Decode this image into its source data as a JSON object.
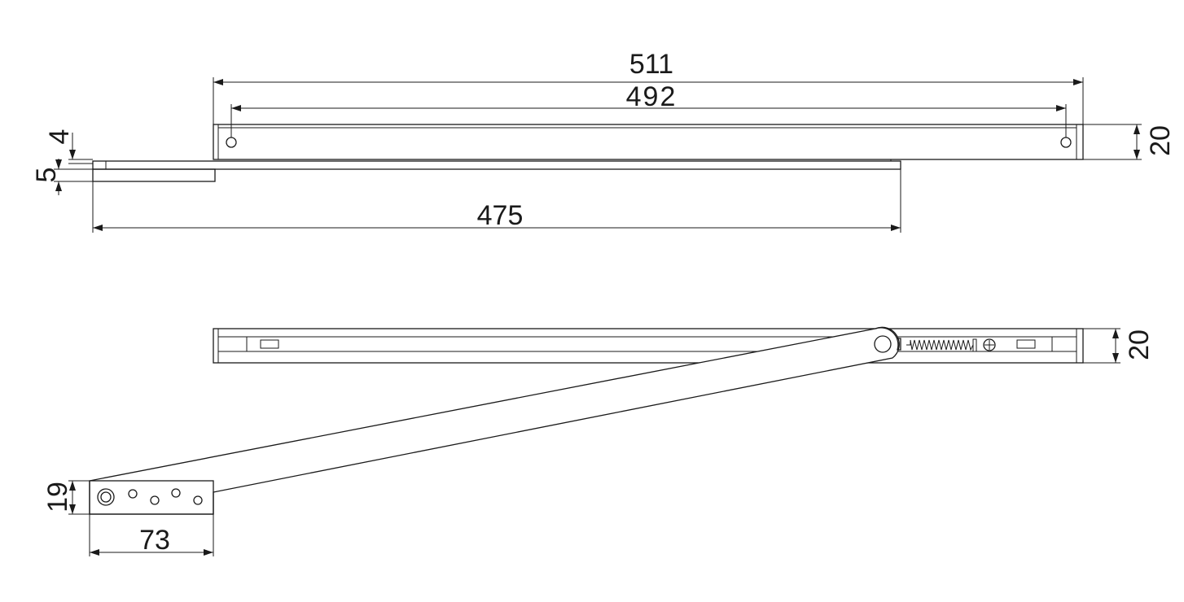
{
  "dimensions": {
    "overall_length": "511",
    "hole_spacing": "492",
    "arm_length": "475",
    "top_offset": "4",
    "plate_thickness": "5",
    "track_height_top": "20",
    "track_height_bottom": "20",
    "bracket_height": "19",
    "bracket_width": "73"
  }
}
